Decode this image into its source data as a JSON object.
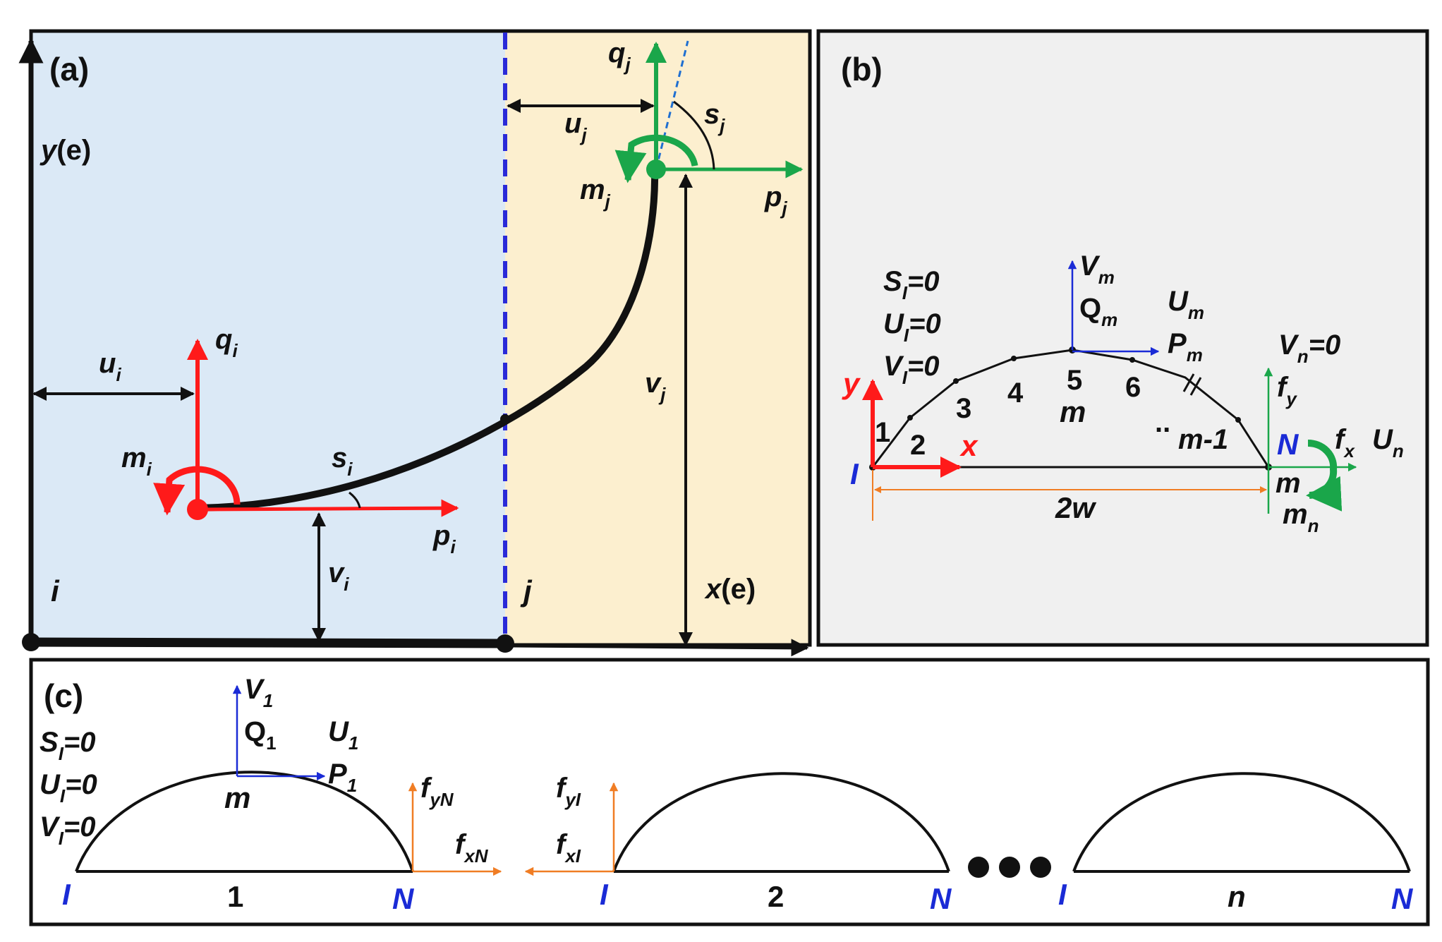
{
  "colors": {
    "panel_a_left_bg": "#dbe9f6",
    "panel_a_right_bg": "#fcefcf",
    "panel_b_bg": "#f0f0f0",
    "black": "#111111",
    "red": "#ff1a1a",
    "green": "#1aa64a",
    "blue": "#1a2bd6",
    "dashed_blue": "#2a2ad8",
    "orange": "#f07d24"
  },
  "panel_a": {
    "tag": "(a)",
    "y_axis": {
      "var": "y",
      "arg": "(e)"
    },
    "x_axis": {
      "var": "x",
      "arg": "(e)"
    },
    "node_i": "i",
    "node_j": "j",
    "u_i": {
      "base": "u",
      "sub": "i"
    },
    "v_i": {
      "base": "v",
      "sub": "i"
    },
    "q_i": {
      "base": "q",
      "sub": "i"
    },
    "p_i": {
      "base": "p",
      "sub": "i"
    },
    "m_i": {
      "base": "m",
      "sub": "i"
    },
    "s_i": {
      "base": "s",
      "sub": "i"
    },
    "u_j": {
      "base": "u",
      "sub": "j"
    },
    "v_j": {
      "base": "v",
      "sub": "j"
    },
    "q_j": {
      "base": "q",
      "sub": "j"
    },
    "p_j": {
      "base": "p",
      "sub": "j"
    },
    "m_j": {
      "base": "m",
      "sub": "j"
    },
    "s_j": {
      "base": "s",
      "sub": "j"
    }
  },
  "panel_b": {
    "tag": "(b)",
    "bc_left": [
      {
        "base": "S",
        "sub": "I",
        "eq": "=0"
      },
      {
        "base": "U",
        "sub": "I",
        "eq": "=0"
      },
      {
        "base": "V",
        "sub": "I",
        "eq": "=0"
      }
    ],
    "bc_right": {
      "base": "V",
      "sub": "n",
      "eq": "=0"
    },
    "V_m": {
      "base": "V",
      "sub": "m"
    },
    "Q_m": {
      "base": "Q",
      "sub": "m"
    },
    "U_m": {
      "base": "U",
      "sub": "m"
    },
    "P_m": {
      "base": "P",
      "sub": "m"
    },
    "y_label": "y",
    "x_label": "x",
    "node_labels": [
      "1",
      "2",
      "3",
      "4",
      "5",
      "6"
    ],
    "m_label": "m",
    "m_minus_1": "m-1",
    "dots": "..",
    "I_label": "I",
    "N_label": "N",
    "f_y": {
      "base": "f",
      "sub": "y"
    },
    "f_x": {
      "base": "f",
      "sub": "x"
    },
    "U_n": {
      "base": "U",
      "sub": "n"
    },
    "m_right": "m",
    "m_n": {
      "base": "m",
      "sub": "n"
    },
    "span_label": "2w"
  },
  "panel_c": {
    "tag": "(c)",
    "bc_left": [
      {
        "base": "S",
        "sub": "I",
        "eq": "=0"
      },
      {
        "base": "U",
        "sub": "I",
        "eq": "=0"
      },
      {
        "base": "V",
        "sub": "I",
        "eq": "=0"
      }
    ],
    "V_1": {
      "base": "V",
      "sub": "1"
    },
    "Q_1": {
      "base": "Q",
      "sub": "1"
    },
    "U_1": {
      "base": "U",
      "sub": "1"
    },
    "P_1": {
      "base": "P",
      "sub": "1"
    },
    "m_label": "m",
    "f_yN": {
      "base": "f",
      "sub": "yN"
    },
    "f_xN": {
      "base": "f",
      "sub": "xN"
    },
    "f_yI": {
      "base": "f",
      "sub": "yI"
    },
    "f_xI": {
      "base": "f",
      "sub": "xI"
    },
    "arches": [
      {
        "label": "1",
        "left": "I",
        "right": "N"
      },
      {
        "label": "2",
        "left": "I",
        "right": "N"
      },
      {
        "label": "n",
        "left": "I",
        "right": "N"
      }
    ]
  }
}
